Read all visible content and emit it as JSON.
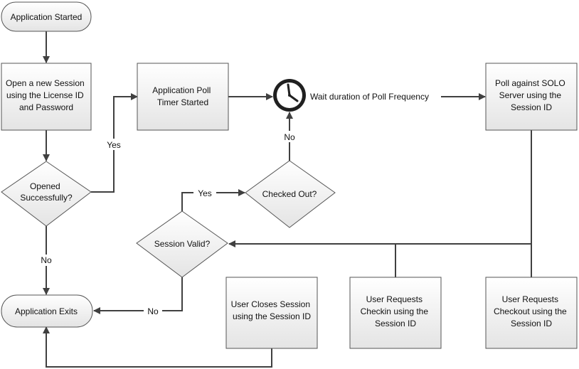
{
  "nodes": {
    "app_started": [
      "Application Started"
    ],
    "open_session": [
      "Open a new Session",
      "using the License ID",
      "and Password"
    ],
    "opened_ok": [
      "Opened",
      "Successfully?"
    ],
    "poll_timer": [
      "Application Poll",
      "Timer Started"
    ],
    "wait_poll": [
      "Wait duration of Poll Frequency"
    ],
    "poll_solo": [
      "Poll against SOLO",
      "Server using the",
      "Session ID"
    ],
    "checked_out": [
      "Checked Out?"
    ],
    "session_valid": [
      "Session Valid?"
    ],
    "app_exits": [
      "Application Exits"
    ],
    "user_closes": [
      "User Closes Session",
      "using the Session ID"
    ],
    "user_checkin": [
      "User Requests",
      "Checkin using the",
      "Session ID"
    ],
    "user_checkout": [
      "User Requests",
      "Checkout using the",
      "Session ID"
    ]
  },
  "edge_labels": {
    "opened_yes": "Yes",
    "opened_no": "No",
    "checked_no": "No",
    "valid_yes": "Yes",
    "valid_no": "No"
  },
  "icons": {
    "wait_poll": "clock-icon"
  },
  "colors": {
    "fill_light": "#ffffff",
    "fill_dark": "#e4e4e4",
    "stroke": "#555555",
    "edge": "#404040"
  }
}
